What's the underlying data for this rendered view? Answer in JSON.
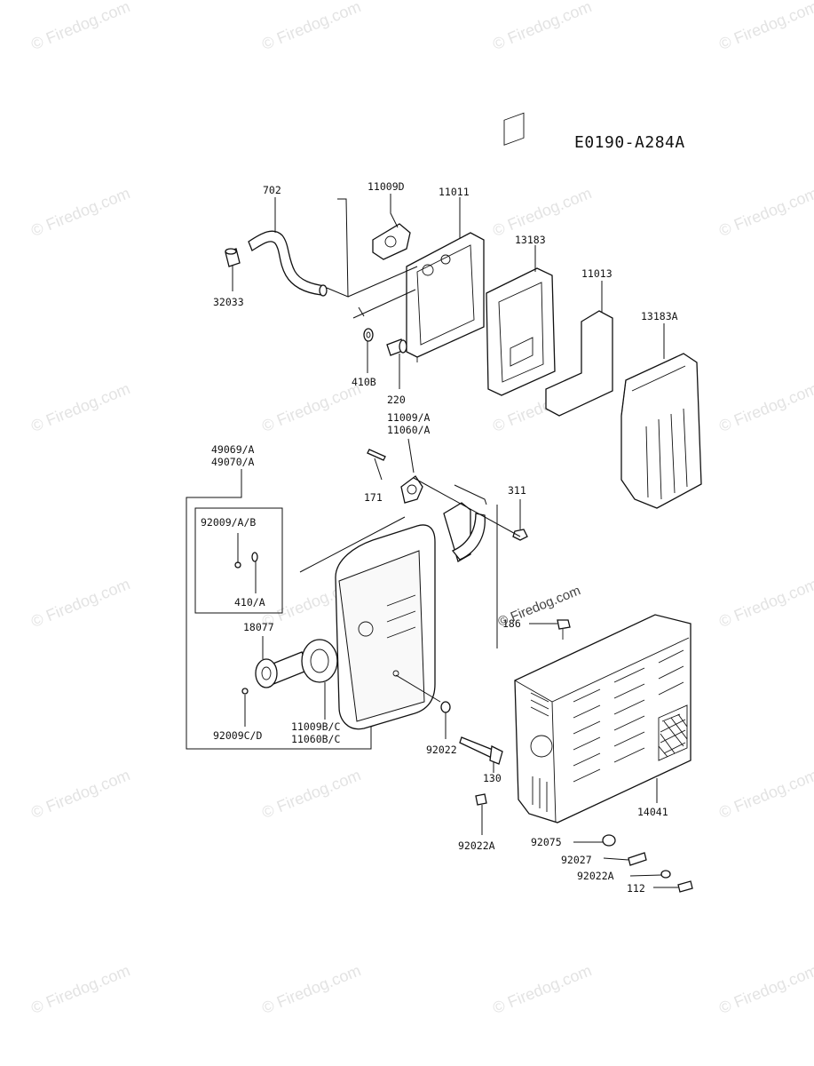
{
  "diagram_code": "E0190-A284A",
  "watermark_text": "© Firedog.com",
  "part_labels": {
    "p702": "702",
    "p11009D": "11009D",
    "p11011": "11011",
    "p13183": "13183",
    "p11013": "11013",
    "p13183A": "13183A",
    "p32033": "32033",
    "p410B": "410B",
    "p220": "220",
    "p11009A": "11009/A",
    "p11060A": "11060/A",
    "p49069A": "49069/A",
    "p49070A": "49070/A",
    "p171": "171",
    "p311": "311",
    "p92009AB": "92009/A/B",
    "p410A": "410/A",
    "p18077": "18077",
    "p186": "186",
    "p11009BC": "11009B/C",
    "p11060BC": "11060B/C",
    "p92009CD": "92009C/D",
    "p92022": "92022",
    "p130": "130",
    "p14041": "14041",
    "p92022A_left": "92022A",
    "p92075": "92075",
    "p92027": "92027",
    "p92022A_right": "92022A",
    "p112": "112"
  }
}
